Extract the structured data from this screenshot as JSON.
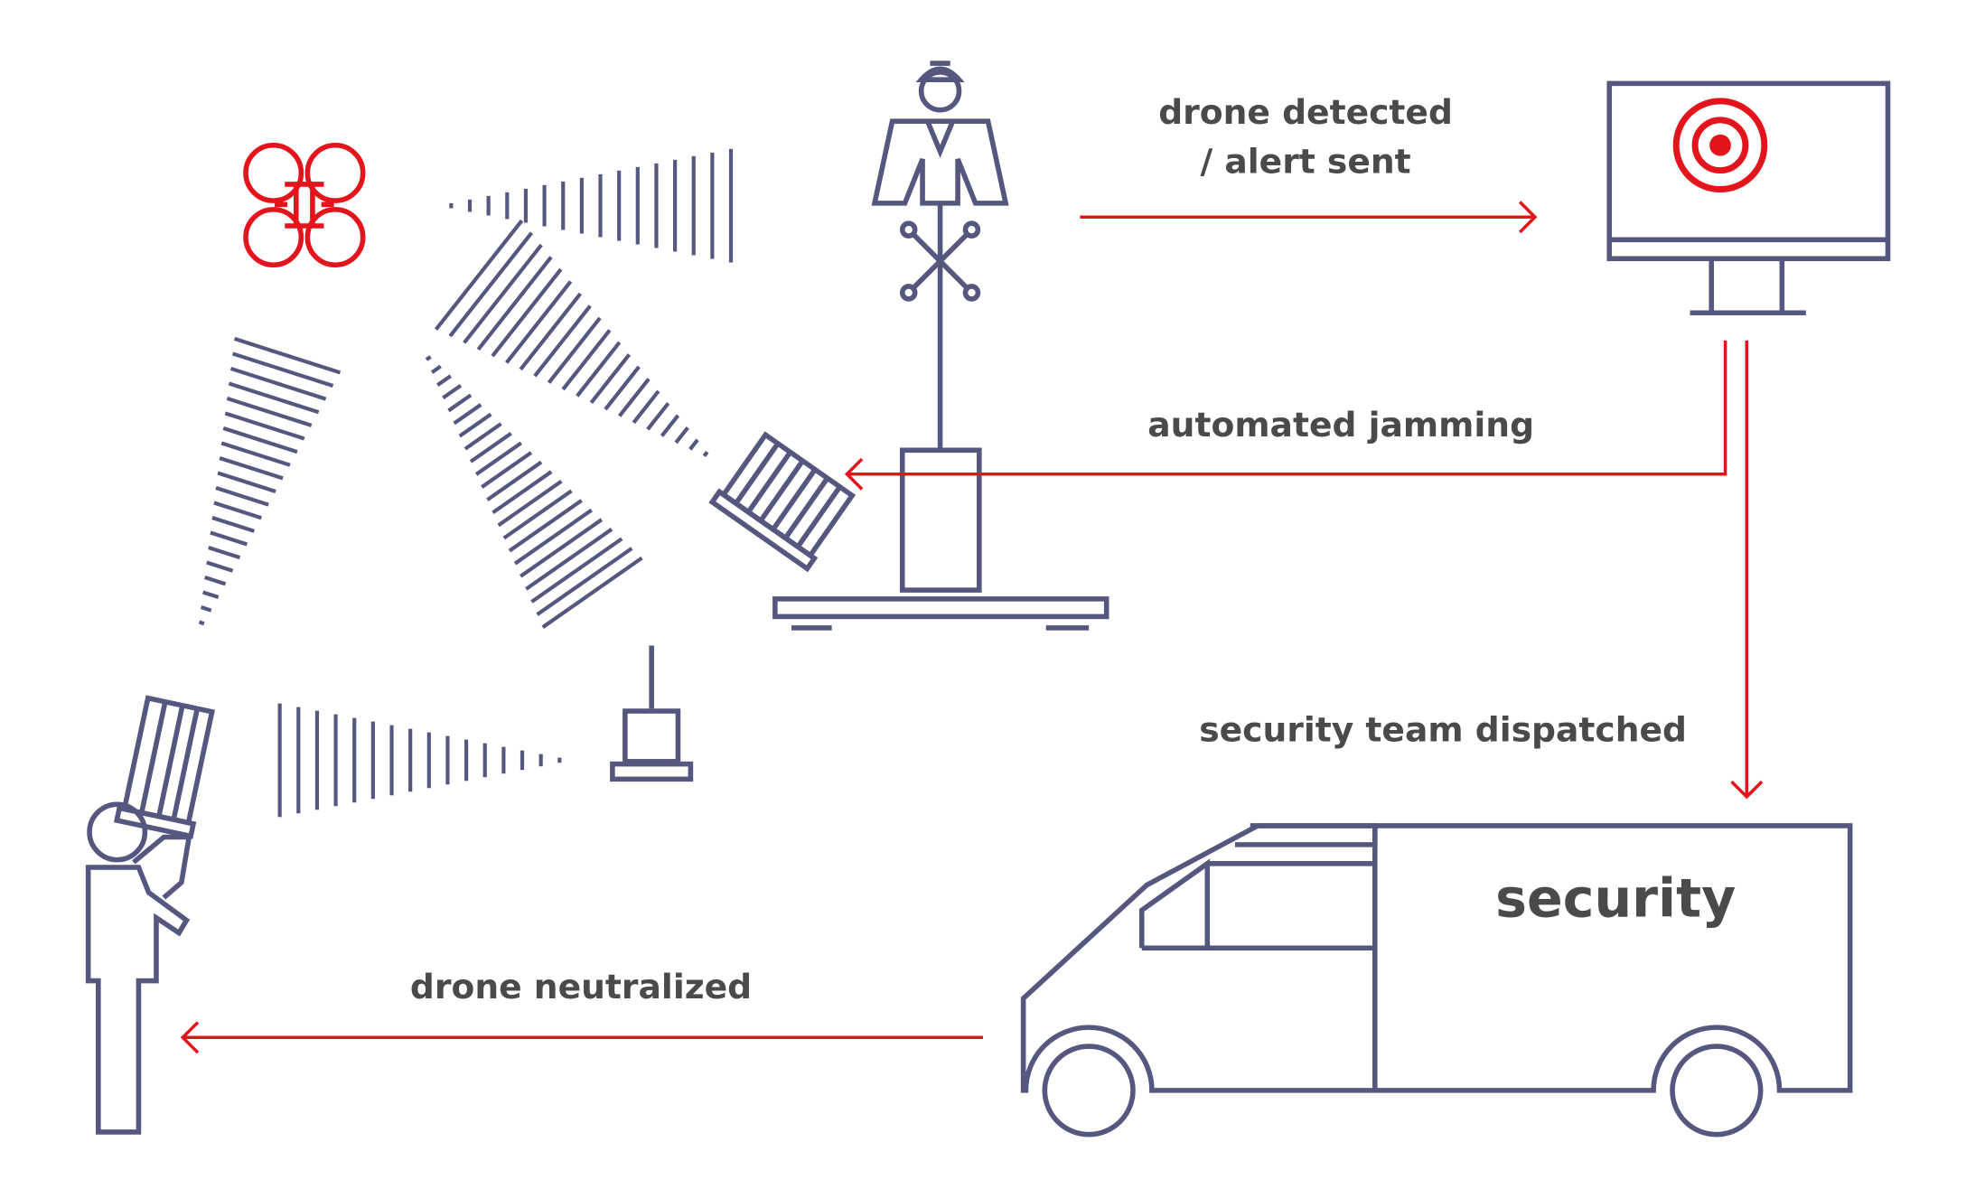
{
  "colors": {
    "outline": "#55577e",
    "accent": "#e3141b",
    "text": "#4a4a4a",
    "background": "#ffffff"
  },
  "labels": {
    "detected_line1": "drone detected",
    "detected_line2": "/ alert sent",
    "jamming": "automated jamming",
    "dispatched": "security team dispatched",
    "van_sign": "security",
    "neutralized": "drone neutralized"
  },
  "icons": {
    "drone": "drone-icon",
    "sensor_tower": "sensor-tower-icon",
    "operator": "operator-icon",
    "monitor": "monitor-target-icon",
    "jammer_antenna": "jammer-antenna-icon",
    "detector": "detector-icon",
    "security_van": "security-van-icon",
    "handheld_jammer_person": "handheld-jammer-person-icon"
  }
}
